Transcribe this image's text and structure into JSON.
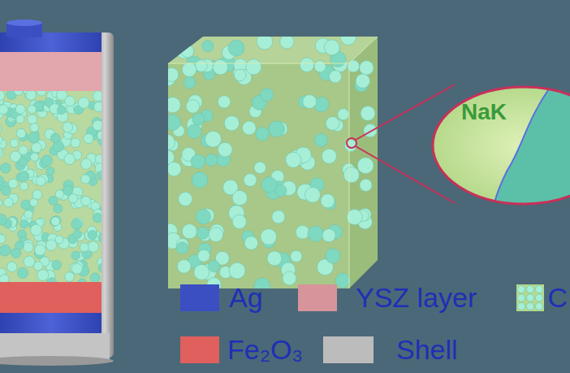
{
  "diagram": {
    "nodes": [
      {
        "text": [
          "NaK"
        ]
      }
    ],
    "edges": [],
    "legend": [
      {
        "text": "Ag",
        "color": "#3b4fc2"
      },
      {
        "text": "YSZ layer",
        "color": "#d7949b"
      },
      {
        "text": "C"
      },
      {
        "text": "Fe₂O₃",
        "color": "#e0605e"
      },
      {
        "text": "Shell",
        "color": "#bcbcbc"
      }
    ]
  }
}
